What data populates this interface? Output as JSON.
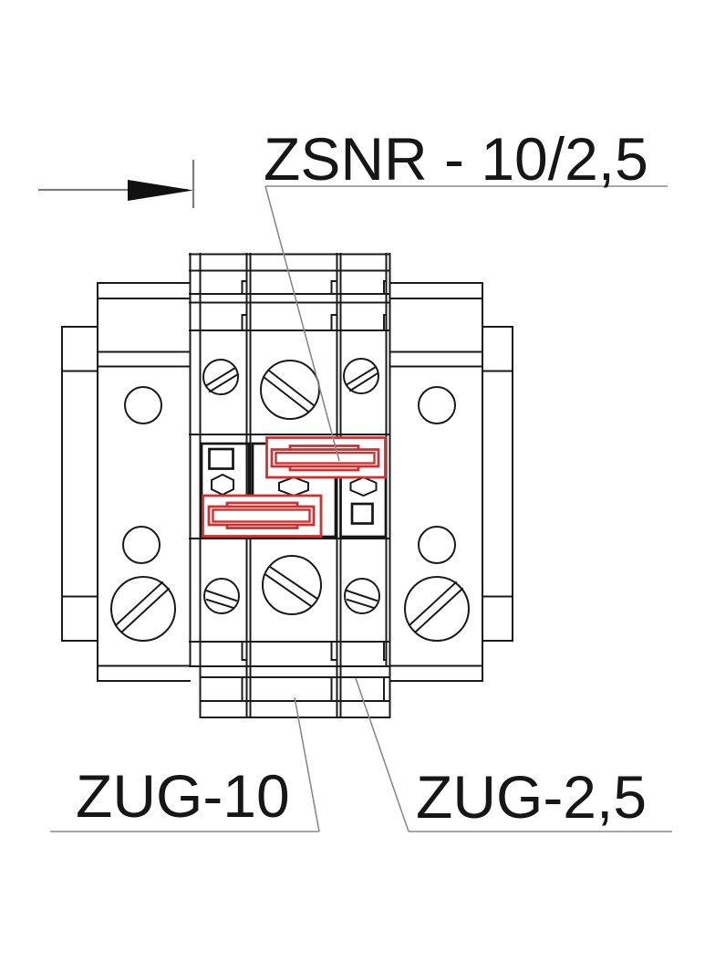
{
  "drawing": {
    "type": "terminal-block-technical-drawing",
    "labels": {
      "cross_connector": "ZSNR - 10/2,5",
      "terminal_large": "ZUG-10",
      "terminal_small": "ZUG-2,5"
    },
    "colors": {
      "line": "#1a1a1a",
      "highlight": "#d13030",
      "leader": "#8a8a8a",
      "background": "#ffffff"
    }
  }
}
